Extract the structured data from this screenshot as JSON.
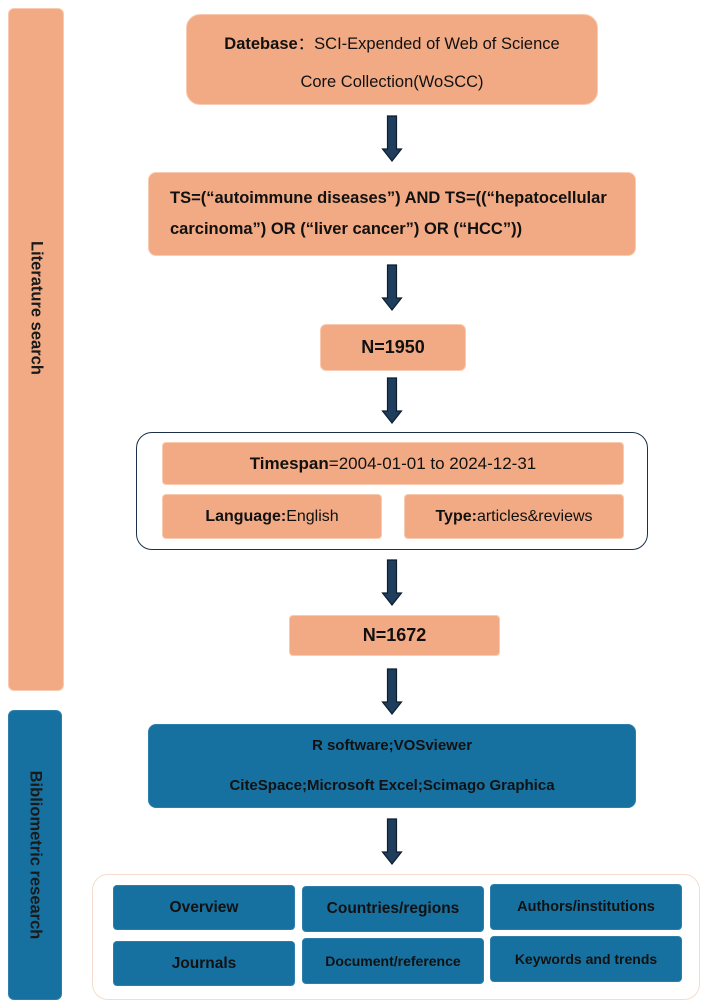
{
  "colors": {
    "salmon": "#F2AA84",
    "salmon_edge": "#F8CBB1",
    "teal": "#1771A0",
    "arrow": "#1F3D5C",
    "filter_frame": "#1C3149",
    "analysis_frame": "#F6DCCD"
  },
  "side_panels": {
    "literature_search": "Literature search",
    "bibliometric_research": "Bibliometric research"
  },
  "database": {
    "label": "Datebase",
    "separator": "：",
    "line1": "SCI-Expended of Web of Science",
    "line2": "Core Collection(WoSCC)"
  },
  "query": {
    "line1": "TS=(“autoimmune diseases”) AND TS=((“hepatocellular",
    "line2": "carcinoma”) OR (“liver cancer”) OR (“HCC”))"
  },
  "count_initial": "N=1950",
  "filters": {
    "timespan": {
      "label": "Timespan",
      "value": "=2004-01-01 to 2024-12-31"
    },
    "language": {
      "label": "Language:",
      "value": "English"
    },
    "type": {
      "label": "Type:",
      "value": "articles&reviews"
    }
  },
  "count_final": "N=1672",
  "software": {
    "line1": "R software;VOSviewer",
    "line2": "CiteSpace;Microsoft Excel;Scimago Graphica"
  },
  "analyses": [
    "Overview",
    "Countries/regions",
    "Authors/institutions",
    "Journals",
    "Document/reference",
    "Keywords and trends"
  ]
}
